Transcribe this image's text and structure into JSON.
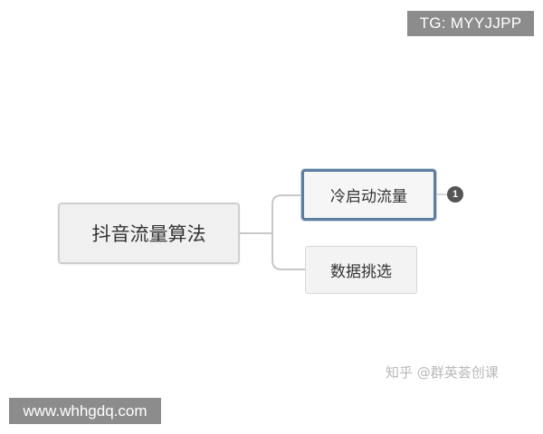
{
  "watermarks": {
    "telegram": "TG: MYYJJPP",
    "website": "www.whhgdq.com",
    "zhihu": "知乎 @群英荟创课"
  },
  "mindmap": {
    "root": {
      "label": "抖音流量算法"
    },
    "children": [
      {
        "label": "冷启动流量",
        "selected": true,
        "badge": "1"
      },
      {
        "label": "数据挑选",
        "selected": false
      }
    ]
  },
  "colors": {
    "node_fill": "#f0f0f0",
    "node_border": "#cfcfcf",
    "selected_border": "#5d7ea1",
    "connector": "#c8c8c8",
    "badge": "#555555",
    "watermark_bg": "#8c8c8c"
  }
}
